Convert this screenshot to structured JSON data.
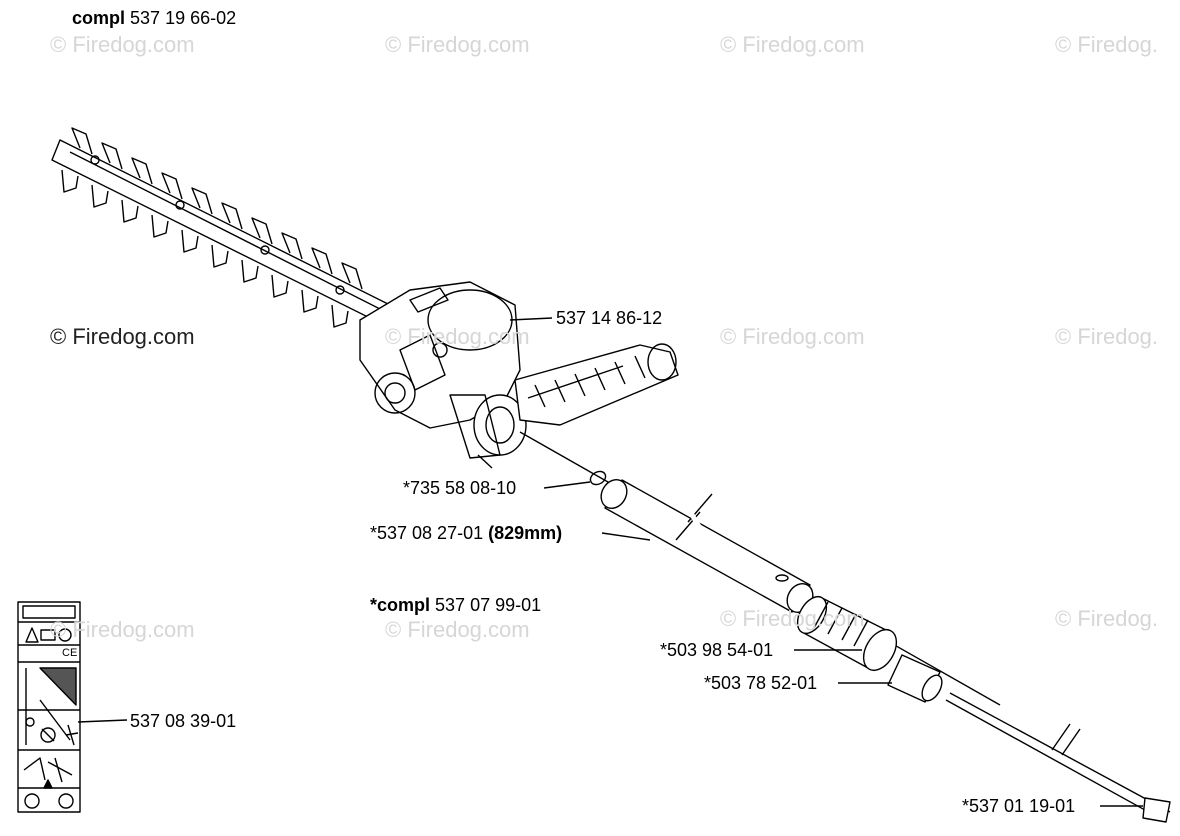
{
  "header": {
    "compl_prefix": "compl",
    "compl_number": "537 19 66-02"
  },
  "watermarks": {
    "text": "© Firedog.com",
    "text_cut": "© Firedog.",
    "main_text": "© Firedog.com"
  },
  "parts": {
    "gearhead": "537 14 86-12",
    "washer": "*735 58 08-10",
    "tube": "*537 08 27-01",
    "tube_length": "(829mm)",
    "tube_compl_prefix": "*compl",
    "tube_compl_number": "537 07 99-01",
    "bearing": "*503 98 54-01",
    "nut": "*503 78 52-01",
    "decal": "537 08 39-01",
    "shaft": "*537 01 19-01"
  },
  "decal_text": {
    "ce": "CE"
  },
  "colors": {
    "line": "#000000",
    "watermark": "#d6d6d6"
  }
}
